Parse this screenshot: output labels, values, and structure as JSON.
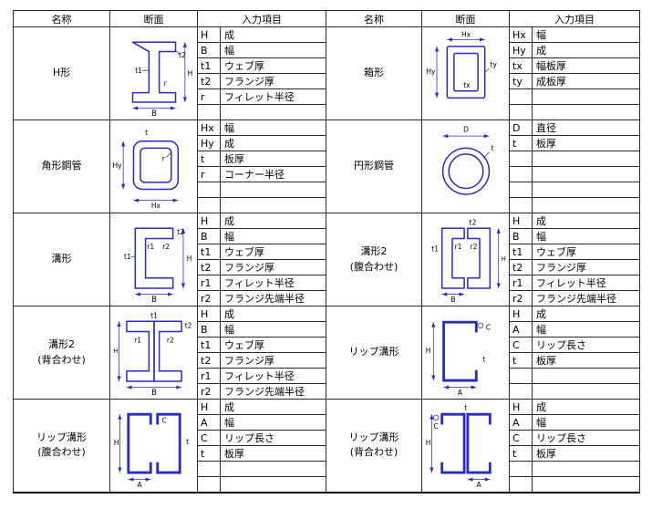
{
  "colors": {
    "diagram_stroke": "#2a2ac8",
    "grid_line": "#2b2b2b",
    "text": "#000000"
  },
  "header": {
    "name": "名称",
    "section": "断面",
    "inputs": "入力項目"
  },
  "bands": [
    {
      "left": {
        "name": "H形",
        "diagram": {
          "type": "h-shape",
          "labels": [
            "H",
            "B",
            "t1",
            "t2",
            "r"
          ]
        },
        "items": [
          [
            "H",
            "成"
          ],
          [
            "B",
            "幅"
          ],
          [
            "t1",
            "ウェブ厚"
          ],
          [
            "t2",
            "フランジ厚"
          ],
          [
            "r",
            "フィレット半径"
          ],
          [
            "",
            ""
          ]
        ]
      },
      "right": {
        "name": "箱形",
        "diagram": {
          "type": "box",
          "labels": [
            "Hx",
            "Hy",
            "tx",
            "ty"
          ]
        },
        "items": [
          [
            "Hx",
            "幅"
          ],
          [
            "Hy",
            "成"
          ],
          [
            "tx",
            "幅板厚"
          ],
          [
            "ty",
            "成板厚"
          ],
          [
            "",
            ""
          ],
          [
            "",
            ""
          ]
        ]
      }
    },
    {
      "left": {
        "name": "角形鋼管",
        "diagram": {
          "type": "square-tube",
          "labels": [
            "Hx",
            "Hy",
            "t",
            "r"
          ]
        },
        "items": [
          [
            "Hx",
            "幅"
          ],
          [
            "Hy",
            "成"
          ],
          [
            "t",
            "板厚"
          ],
          [
            "r",
            "コーナー半径"
          ],
          [
            "",
            ""
          ],
          [
            "",
            ""
          ]
        ]
      },
      "right": {
        "name": "円形鋼管",
        "diagram": {
          "type": "pipe",
          "labels": [
            "D",
            "t"
          ]
        },
        "items": [
          [
            "D",
            "直径"
          ],
          [
            "t",
            "板厚"
          ],
          [
            "",
            ""
          ],
          [
            "",
            ""
          ],
          [
            "",
            ""
          ],
          [
            "",
            ""
          ]
        ]
      }
    },
    {
      "left": {
        "name": "溝形",
        "diagram": {
          "type": "channel",
          "labels": [
            "H",
            "B",
            "t1",
            "t2",
            "r1",
            "r2"
          ]
        },
        "items": [
          [
            "H",
            "成"
          ],
          [
            "B",
            "幅"
          ],
          [
            "t1",
            "ウェブ厚"
          ],
          [
            "t2",
            "フランジ厚"
          ],
          [
            "r1",
            "フィレット半径"
          ],
          [
            "r2",
            "フランジ先端半径"
          ]
        ]
      },
      "right": {
        "name": "溝形2\n(腹合わせ)",
        "diagram": {
          "type": "channel-face",
          "labels": [
            "H",
            "B",
            "t1",
            "t2",
            "r1",
            "r2"
          ]
        },
        "items": [
          [
            "H",
            "成"
          ],
          [
            "B",
            "幅"
          ],
          [
            "t1",
            "ウェブ厚"
          ],
          [
            "t2",
            "フランジ厚"
          ],
          [
            "r1",
            "フィレット半径"
          ],
          [
            "r2",
            "フランジ先端半径"
          ]
        ]
      }
    },
    {
      "left": {
        "name": "溝形2\n(背合わせ)",
        "diagram": {
          "type": "channel-back",
          "labels": [
            "H",
            "B",
            "t1",
            "t2",
            "r1",
            "r2"
          ]
        },
        "items": [
          [
            "H",
            "成"
          ],
          [
            "B",
            "幅"
          ],
          [
            "t1",
            "ウェブ厚"
          ],
          [
            "t2",
            "フランジ厚"
          ],
          [
            "r1",
            "フィレット半径"
          ],
          [
            "r2",
            "フランジ先端半径"
          ]
        ]
      },
      "right": {
        "name": "リップ溝形",
        "diagram": {
          "type": "lip-channel",
          "labels": [
            "H",
            "A",
            "C",
            "t"
          ]
        },
        "items": [
          [
            "H",
            "成"
          ],
          [
            "A",
            "幅"
          ],
          [
            "C",
            "リップ長さ"
          ],
          [
            "t",
            "板厚"
          ],
          [
            "",
            ""
          ],
          [
            "",
            ""
          ]
        ]
      }
    },
    {
      "left": {
        "name": "リップ溝形\n(腹合わせ)",
        "diagram": {
          "type": "lip-channel-face",
          "labels": [
            "H",
            "A",
            "C",
            "t"
          ]
        },
        "items": [
          [
            "H",
            "成"
          ],
          [
            "A",
            "幅"
          ],
          [
            "C",
            "リップ長さ"
          ],
          [
            "t",
            "板厚"
          ],
          [
            "",
            ""
          ],
          [
            "",
            ""
          ]
        ]
      },
      "right": {
        "name": "リップ溝形\n(背合わせ)",
        "diagram": {
          "type": "lip-channel-back",
          "labels": [
            "H",
            "A",
            "C",
            "t"
          ]
        },
        "items": [
          [
            "H",
            "成"
          ],
          [
            "A",
            "幅"
          ],
          [
            "C",
            "リップ長さ"
          ],
          [
            "t",
            "板厚"
          ],
          [
            "",
            ""
          ],
          [
            "",
            ""
          ]
        ]
      }
    }
  ]
}
